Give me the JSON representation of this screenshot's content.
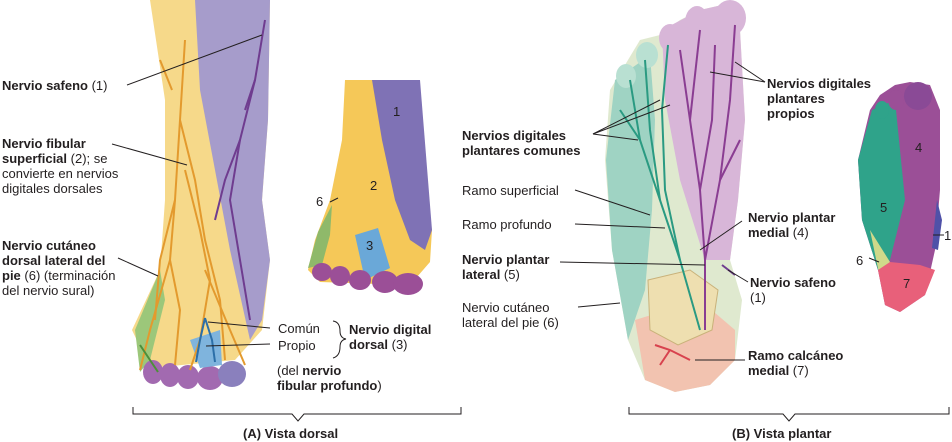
{
  "colors": {
    "saphenous": "#8a80bd",
    "superficial_fibular": "#f4cf74",
    "lateral_dorsal_cutaneous": "#8fb96a",
    "deep_fibular": "#6aa8d8",
    "plantar_medial": "#9b4f97",
    "plantar_lateral": "#2fa38a",
    "calcaneal": "#e8607a",
    "nerve_yellow": "#e8a33a",
    "nerve_purple": "#6f3c8f"
  },
  "panel_a": {
    "caption": "(A) Vista dorsal",
    "saphenous": {
      "bold": "Nervio safeno",
      "rest": " (1)"
    },
    "sup_fibular": {
      "line1_bold": "Nervio fibular",
      "line2_bold": "superficial",
      "line2_rest": " (2); se",
      "line3": "convierte en nervios",
      "line4": "digitales dorsales"
    },
    "lat_dorsal": {
      "line1_bold": "Nervio cutáneo",
      "line2_bold": "dorsal lateral del",
      "line3_bold": "pie",
      "line3_rest": " (6) (terminación",
      "line4": "del nervio sural)"
    },
    "comun": "Común",
    "propio": "Propio",
    "digital_dorsal": {
      "line1_bold": "Nervio digital",
      "line2_bold": "dorsal",
      "line2_rest": " (3)"
    },
    "deep_note": {
      "line1_rest": "(del ",
      "line1_bold": "nervio",
      "line2_bold": "fibular profundo",
      "line2_rest": ")"
    },
    "zones": {
      "z1": "1",
      "z2": "2",
      "z3": "3",
      "z6": "6"
    }
  },
  "panel_b": {
    "caption": "(B) Vista plantar",
    "digitales_propios": {
      "line1": "Nervios digitales",
      "line2": "plantares",
      "line3": "propios"
    },
    "digitales_comunes": {
      "line1": "Nervios digitales",
      "line2": "plantares comunes"
    },
    "ramo_superficial": "Ramo superficial",
    "ramo_profundo": "Ramo profundo",
    "plantar_lateral": {
      "line1_bold": "Nervio plantar",
      "line2_bold": "lateral",
      "line2_rest": " (5)"
    },
    "cutaneo_lateral": {
      "line1": "Nervio cutáneo",
      "line2": "lateral del pie (6)"
    },
    "plantar_medial": {
      "line1_bold": "Nervio plantar",
      "line2_bold": "medial",
      "line2_rest": " (4)"
    },
    "safeno": {
      "line1_bold": "Nervio safeno",
      "line2": "(1)"
    },
    "calcaneo": {
      "line1_bold": "Ramo calcáneo",
      "line2_bold": "medial",
      "line2_rest": " (7)"
    },
    "zones": {
      "z1": "1",
      "z4": "4",
      "z5": "5",
      "z6": "6",
      "z7": "7"
    }
  }
}
